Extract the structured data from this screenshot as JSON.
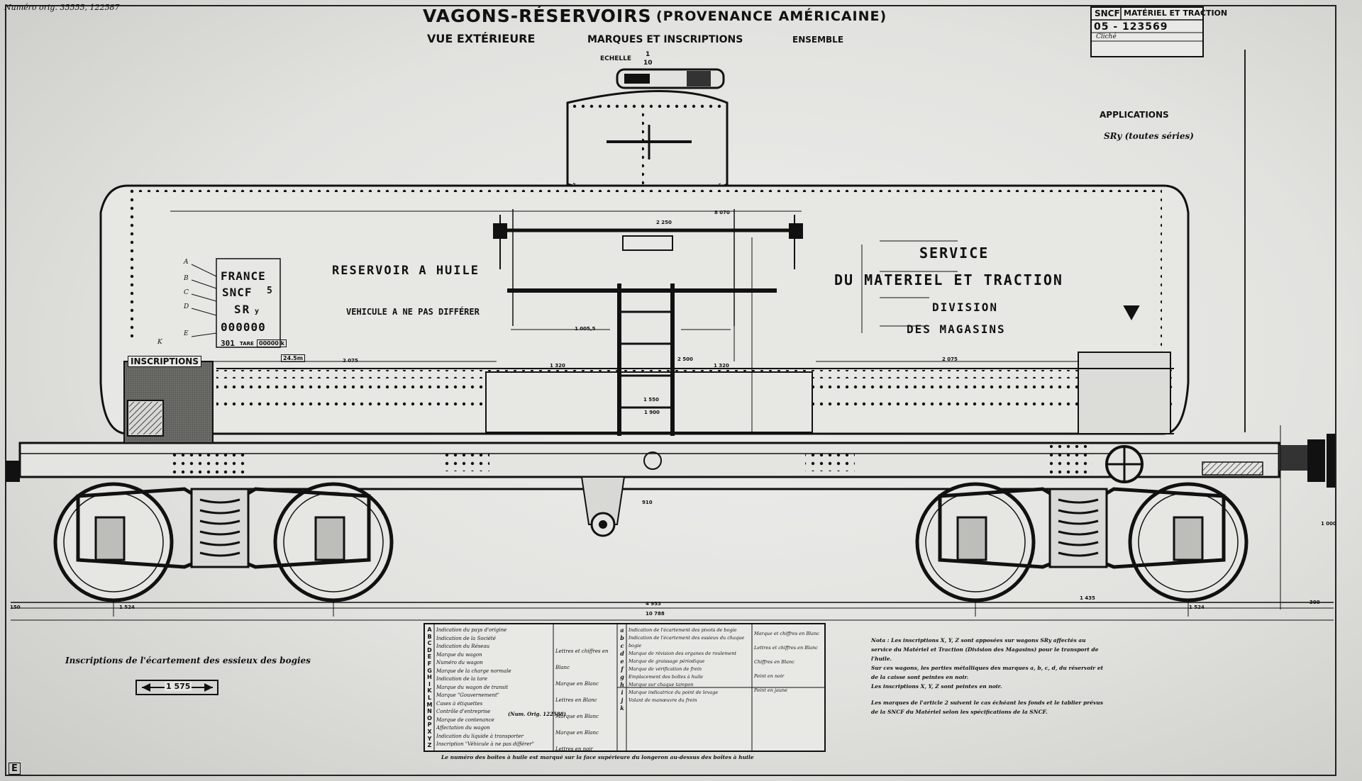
{
  "archive_ref": "Numéro orig. 35555, 122587",
  "title": {
    "line1": "VAGONS-RÉSERVOIRS",
    "line1_paren": "(PROVENANCE AMÉRICAINE)",
    "line2_a": "VUE EXTÉRIEURE",
    "line2_b": "MARQUES ET INSCRIPTIONS",
    "line2_c": "ENSEMBLE",
    "scale_label": "ECHELLE",
    "scale_num": "1",
    "scale_den": "10"
  },
  "title_block": {
    "org": "SNCF",
    "dept": "MATÉRIEL ET TRACTION",
    "number": "05 - 123569",
    "cliche": "Cliché"
  },
  "applications": {
    "heading": "APPLICATIONS",
    "value": "SRy (toutes séries)"
  },
  "tank_inscriptions": {
    "reservoir": "RESERVOIR A HUILE",
    "vehicule": "VEHICULE A NE PAS DIFFÉRER",
    "service1": "SERVICE",
    "service2": "DU MATERIEL ET TRACTION",
    "service3": "DIVISION",
    "service4": "DES MAGASINS"
  },
  "marking_panel": {
    "line1": "FRANCE",
    "line2": "SNCF",
    "line3": "SR",
    "line3_sub": "y",
    "line4": "000000",
    "side_digit": "5",
    "tare_prefix": "301",
    "tare_label": "TARE",
    "tare_value": "00000 k",
    "pos_code": "24.5m",
    "letters": [
      "A",
      "B",
      "C",
      "D",
      "E"
    ],
    "letter_k": "K"
  },
  "inscriptions_box": {
    "label": "INSCRIPTIONS"
  },
  "dimensions": {
    "d_8070": "8 070",
    "d_2250": "2 250",
    "d_2075_left": "2 075",
    "d_2075_right": "2 075",
    "d_1005": "1 005,5",
    "d_1320a": "1 320",
    "d_1320b": "1 320",
    "d_1550": "1 550",
    "d_1900": "1 900",
    "d_2500": "2 500",
    "d_1524_left": "1 524",
    "d_1524_right": "1 524",
    "d_4953": "4 953",
    "d_10788": "10 788",
    "d_150_left": "150",
    "d_300_right": "300",
    "d_1000": "1 000",
    "d_1435": "1 435",
    "d_910": "910"
  },
  "gauge_note": {
    "label": "Inscriptions de l'écartement des essieux des bogies",
    "value": "1 575"
  },
  "legend": {
    "letters_left": [
      "A",
      "B",
      "C",
      "D",
      "E",
      "F",
      "G",
      "H",
      "I",
      "K",
      "L",
      "M",
      "N",
      "O",
      "P",
      "X",
      "Y",
      "Z"
    ],
    "rows_left": [
      "Indication du pays d'origine",
      "Indication de la Société",
      "Indication du Réseau",
      "Marque du wagon",
      "Numéro du wagon",
      "Marque de la charge normale",
      "Indication de la tare",
      "Marque du wagon de transit",
      "Marque \"Gouvernement\"",
      "Cases à étiquettes",
      "Contrôle d'entreprise",
      "Marque de contenance",
      "Affectation du wagon",
      "Indication du liquide à transporter",
      "Inscription \"Véhicule à ne pas différer\""
    ],
    "notes_left": [
      "Lettres et chiffres en Blanc",
      "Marque en Blanc",
      "Lettres en Blanc",
      "Marque en Blanc",
      "Marque en Blanc",
      "Lettres en noir"
    ],
    "ref_note": "(Num. Orig. 122588)",
    "letters_right": [
      "a",
      "b",
      "c",
      "d",
      "e",
      "f",
      "g",
      "h",
      "i",
      "j",
      "k"
    ],
    "rows_right": [
      "Indication de l'écartement des pivots de bogie",
      "Indication de l'écartement des essieux du chaque bogie",
      "Marque de révision des organes de roulement",
      "Marque de graissage périodique",
      "Marque de vérification de frein",
      "Emplacement des boîtes à huile",
      "Marque sur chaque tampon",
      "Marque indicatrice du point de levage",
      "Volant de manœuvre du frein"
    ],
    "notes_right": [
      "Marque et chiffres en Blanc",
      "Lettres et chiffres en Blanc",
      "Chiffres en Blanc",
      "Peint en noir",
      "Peint en jaune"
    ],
    "footer": "Le numéro des boîtes à huile est marqué sur la face supérieure du longeron au-dessus des boîtes à huile"
  },
  "right_notes": {
    "p1": "Nota : Les inscriptions X, Y, Z sont apposées sur wagons SRy affectés au service du Matériel et Traction (Division des Magasins) pour le transport de l'huile.",
    "p2": "Sur ces wagons, les parties métalliques des marques a, b, c, d, du réservoir et de la caisse sont peintes en noir.",
    "p3": "Les inscriptions X, Y, Z sont peintes en noir.",
    "p4": "Les marques de l'article 2 suivent le cas échéant les fonds et le tablier prévus de la SNCF du Matériel selon les spécifications de la SNCF."
  },
  "corner_mark": "E",
  "colors": {
    "ink": "#111111",
    "paper": "#e6e6e3",
    "shadow": "#8a8a86"
  }
}
